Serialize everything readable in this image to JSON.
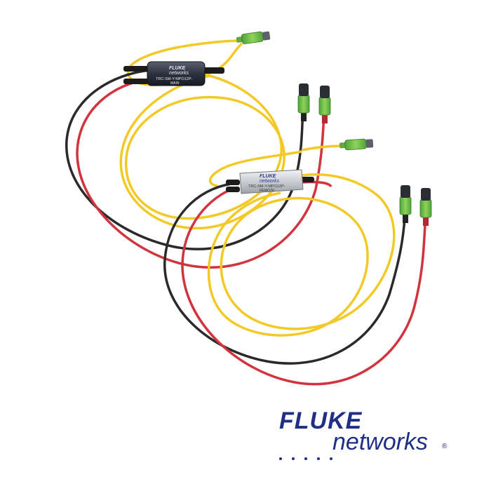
{
  "image": {
    "description_free": true
  },
  "colors": {
    "yellow_cable": "#f3c928",
    "red_cable": "#d2343f",
    "black_cable": "#2a2a2a",
    "mpo_green": "#7fc54a",
    "brand_blue": "#1f2f86"
  },
  "module_main": {
    "brand_top": "FLUKE",
    "brand_bottom": "networks",
    "part_number": "TRC-SM-Y-MPO12P-",
    "role": "MAIN"
  },
  "module_remote": {
    "brand_top": "FLUKE",
    "brand_bottom": "networks",
    "part_number": "TRC-SM-Y-MPO12P-",
    "role": "REMOTE"
  },
  "logo": {
    "word1": "FLUKE",
    "word2": "networks",
    "registered": "®"
  }
}
